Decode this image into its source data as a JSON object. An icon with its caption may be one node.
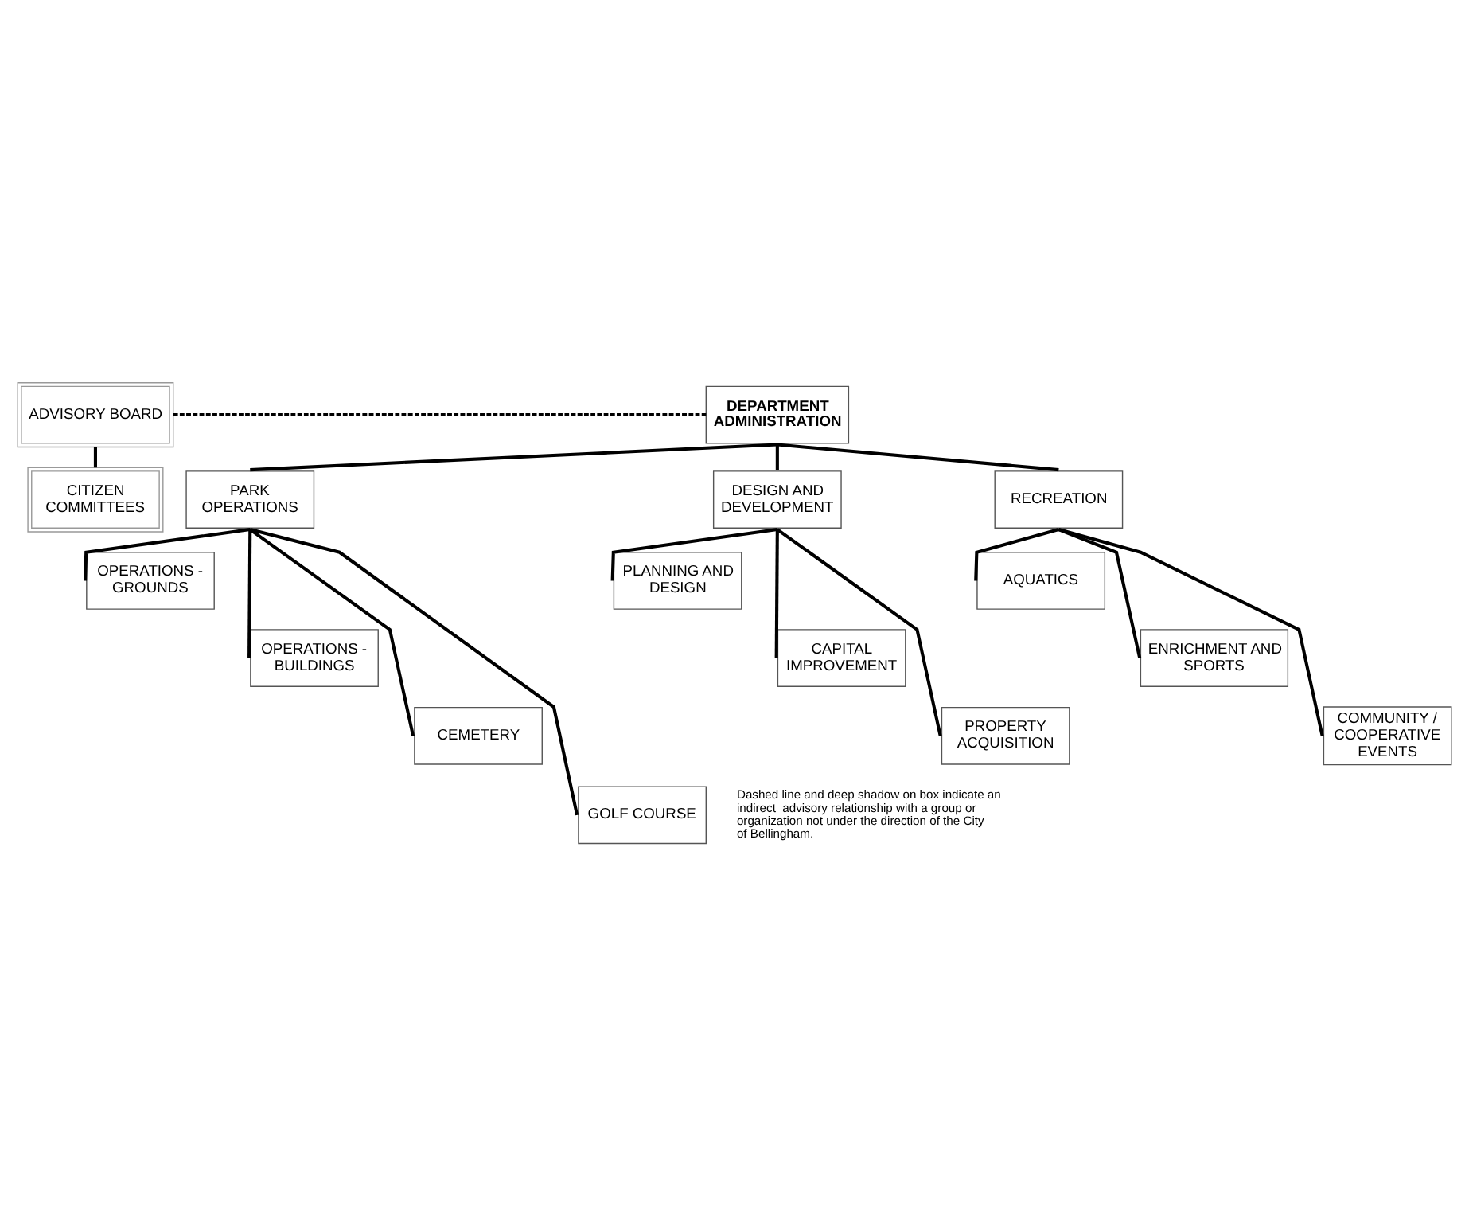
{
  "diagram": {
    "nodes": [
      {
        "text": [
          "ADVISORY BOARD"
        ]
      },
      {
        "text": [
          "DEPARTMENT ADMINISTRATION"
        ]
      },
      {
        "text": [
          "CITIZEN COMMITTEES"
        ]
      },
      {
        "text": [
          "PARK OPERATIONS"
        ]
      },
      {
        "text": [
          "DESIGN AND DEVELOPMENT"
        ]
      },
      {
        "text": [
          "RECREATION"
        ]
      },
      {
        "text": [
          "OPERATIONS - GROUNDS"
        ]
      },
      {
        "text": [
          "PLANNING AND DESIGN"
        ]
      },
      {
        "text": [
          "AQUATICS"
        ]
      },
      {
        "text": [
          "OPERATIONS - BUILDINGS"
        ]
      },
      {
        "text": [
          "CAPITAL IMPROVEMENT"
        ]
      },
      {
        "text": [
          "ENRICHMENT AND SPORTS"
        ]
      },
      {
        "text": [
          "CEMETERY"
        ]
      },
      {
        "text": [
          "PROPERTY ACQUISITION"
        ]
      },
      {
        "text": [
          "COMMUNITY / COOPERATIVE EVENTS"
        ]
      },
      {
        "text": [
          "GOLF COURSE"
        ]
      }
    ],
    "edges": [
      {
        "from": 0,
        "to": 1,
        "arrow": "none",
        "style": "dashed"
      },
      {
        "from": 0,
        "to": 2,
        "arrow": "none"
      },
      {
        "from": 1,
        "to": 3,
        "arrow": "none"
      },
      {
        "from": 1,
        "to": 4,
        "arrow": "none"
      },
      {
        "from": 1,
        "to": 5,
        "arrow": "none"
      },
      {
        "from": 3,
        "to": 6,
        "arrow": "none"
      },
      {
        "from": 3,
        "to": 9,
        "arrow": "none"
      },
      {
        "from": 3,
        "to": 12,
        "arrow": "none"
      },
      {
        "from": 3,
        "to": 15,
        "arrow": "none"
      },
      {
        "from": 4,
        "to": 7,
        "arrow": "none"
      },
      {
        "from": 4,
        "to": 10,
        "arrow": "none"
      },
      {
        "from": 4,
        "to": 13,
        "arrow": "none"
      },
      {
        "from": 5,
        "to": 8,
        "arrow": "none"
      },
      {
        "from": 5,
        "to": 11,
        "arrow": "none"
      },
      {
        "from": 5,
        "to": 14,
        "arrow": "none"
      }
    ],
    "labels": [
      "Dashed line and deep shadow on box indicate an indirect  advisory relationship with a group or organization not under the direction of the City of Bellingham."
    ]
  }
}
